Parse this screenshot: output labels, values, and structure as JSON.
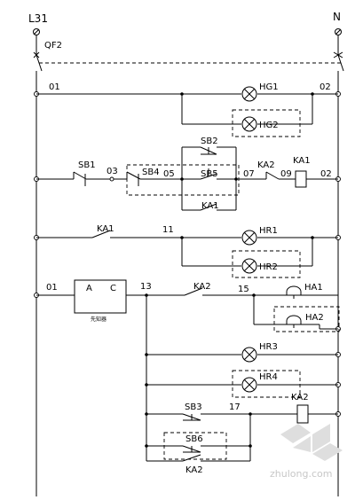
{
  "title_left": "L31",
  "title_right": "N",
  "breaker": "QF2",
  "row1": {
    "node_left": "01",
    "node_right": "02",
    "lamp_a": "HG1",
    "lamp_b": "HG2"
  },
  "row2": {
    "sb1": "SB1",
    "n03": "03",
    "sb4": "SB4",
    "n05": "05",
    "sb2": "SB2",
    "sb5": "SB5",
    "ka1_contact": "KA1",
    "n07": "07",
    "ka2": "KA2",
    "n09": "09",
    "coil": "KA1",
    "n02": "02"
  },
  "row3": {
    "ka1": "KA1",
    "n11": "11",
    "lamp_a": "HR1",
    "lamp_b": "HR2"
  },
  "row4": {
    "n01": "01",
    "term_a": "A",
    "term_c": "C",
    "device_label": "先知器",
    "n13": "13",
    "ka2": "KA2",
    "n15": "15",
    "horn_a": "HA1",
    "horn_b": "HA2"
  },
  "row5": {
    "lamp_a": "HR3",
    "lamp_b": "HR4"
  },
  "row6": {
    "sb3": "SB3",
    "n17": "17",
    "coil": "KA2",
    "sb6": "SB6",
    "ka2_contact": "KA2"
  },
  "watermark": "zhulong.com"
}
